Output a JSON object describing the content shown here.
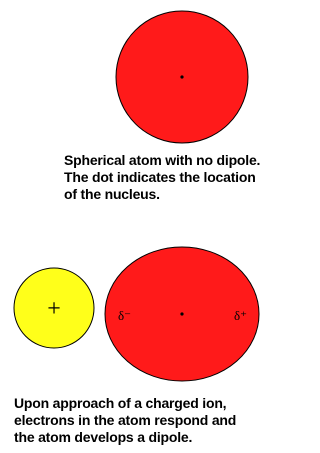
{
  "figure": {
    "top_caption": [
      "Spherical atom with no dipole.",
      "The dot indicates the location",
      "of the nucleus."
    ],
    "bottom_caption": [
      "Upon approach of a charged ion,",
      "electrons in the atom respond and",
      "the atom develops a dipole."
    ],
    "ion_charge": "+",
    "delta_minus": "δ⁻",
    "delta_plus": "δ⁺"
  },
  "colors": {
    "atom_fill": "#ff1a1a",
    "ion_fill": "#ffff1a",
    "outline": "#000000"
  }
}
